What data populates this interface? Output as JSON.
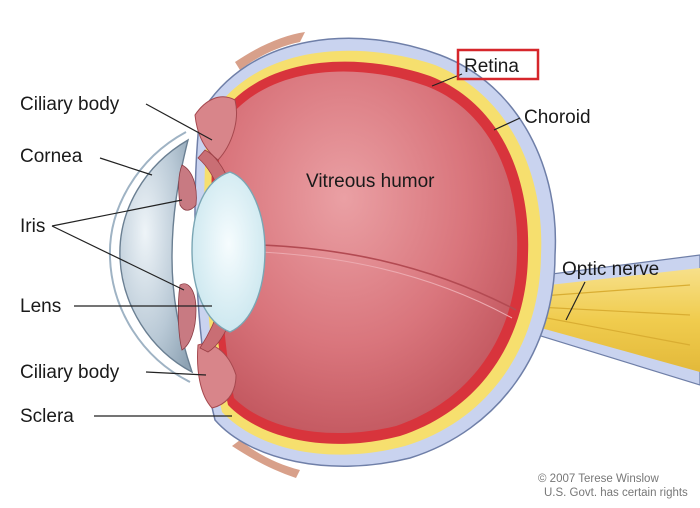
{
  "labels": {
    "ciliary_body_top": "Ciliary body",
    "cornea": "Cornea",
    "iris": "Iris",
    "lens": "Lens",
    "ciliary_body_bottom": "Ciliary body",
    "sclera": "Sclera",
    "retina": "Retina",
    "choroid": "Choroid",
    "vitreous_humor": "Vitreous humor",
    "optic_nerve": "Optic nerve"
  },
  "credit": {
    "line1": "© 2007 Terese Winslow",
    "line2": "U.S. Govt. has certain rights"
  },
  "highlight": {
    "label": "retina",
    "color": "#d6262b"
  },
  "colors": {
    "sclera": "#c9d3ef",
    "choroid_yellow": "#f6df6e",
    "retina_red": "#d8343c",
    "vitreous": "#d9757c",
    "optic_nerve": "#f2d25c",
    "lens": "#e6f4f8",
    "cornea": "#cfdde6"
  }
}
